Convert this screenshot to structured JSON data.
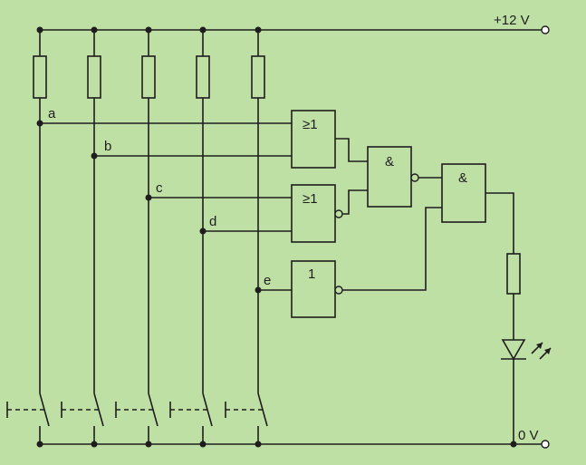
{
  "diagram": {
    "supply_label": "+12 V",
    "ground_label": "0 V",
    "inputs": [
      {
        "label": "a"
      },
      {
        "label": "b"
      },
      {
        "label": "c"
      },
      {
        "label": "d"
      },
      {
        "label": "e"
      }
    ],
    "gates": {
      "or1_symbol": "≥1",
      "or2_symbol": "≥1",
      "and1_symbol": "&",
      "and2_symbol": "&",
      "not_symbol": "1"
    }
  }
}
